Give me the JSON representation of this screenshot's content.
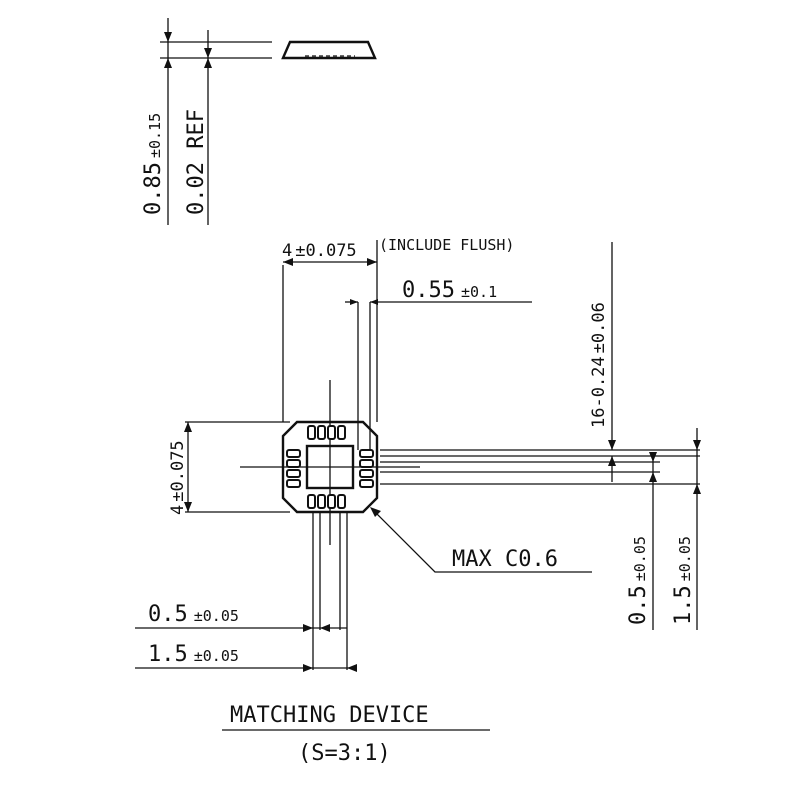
{
  "dimensions": {
    "total_height": "0.85",
    "total_height_tol": "±0.15",
    "ref_height": "0.02 REF",
    "body_width": "4",
    "body_width_tol": "±0.075",
    "include_flush": "(INCLUDE FLUSH)",
    "pad_pitch": "0.55",
    "pad_pitch_tol": "±0.1",
    "lead_count_width": "16-0.24",
    "lead_count_width_tol": "±0.06",
    "body_height": "4",
    "body_height_tol": "±0.075",
    "chamfer": "MAX C0.6",
    "left_dim_a": "0.5",
    "left_dim_a_tol": "±0.05",
    "left_dim_b": "1.5",
    "left_dim_b_tol": "±0.05",
    "right_dim_a": "0.5",
    "right_dim_a_tol": "±0.05",
    "right_dim_b": "1.5",
    "right_dim_b_tol": "±0.05"
  },
  "caption": {
    "title": "MATCHING DEVICE",
    "scale": "(S=3:1)"
  }
}
